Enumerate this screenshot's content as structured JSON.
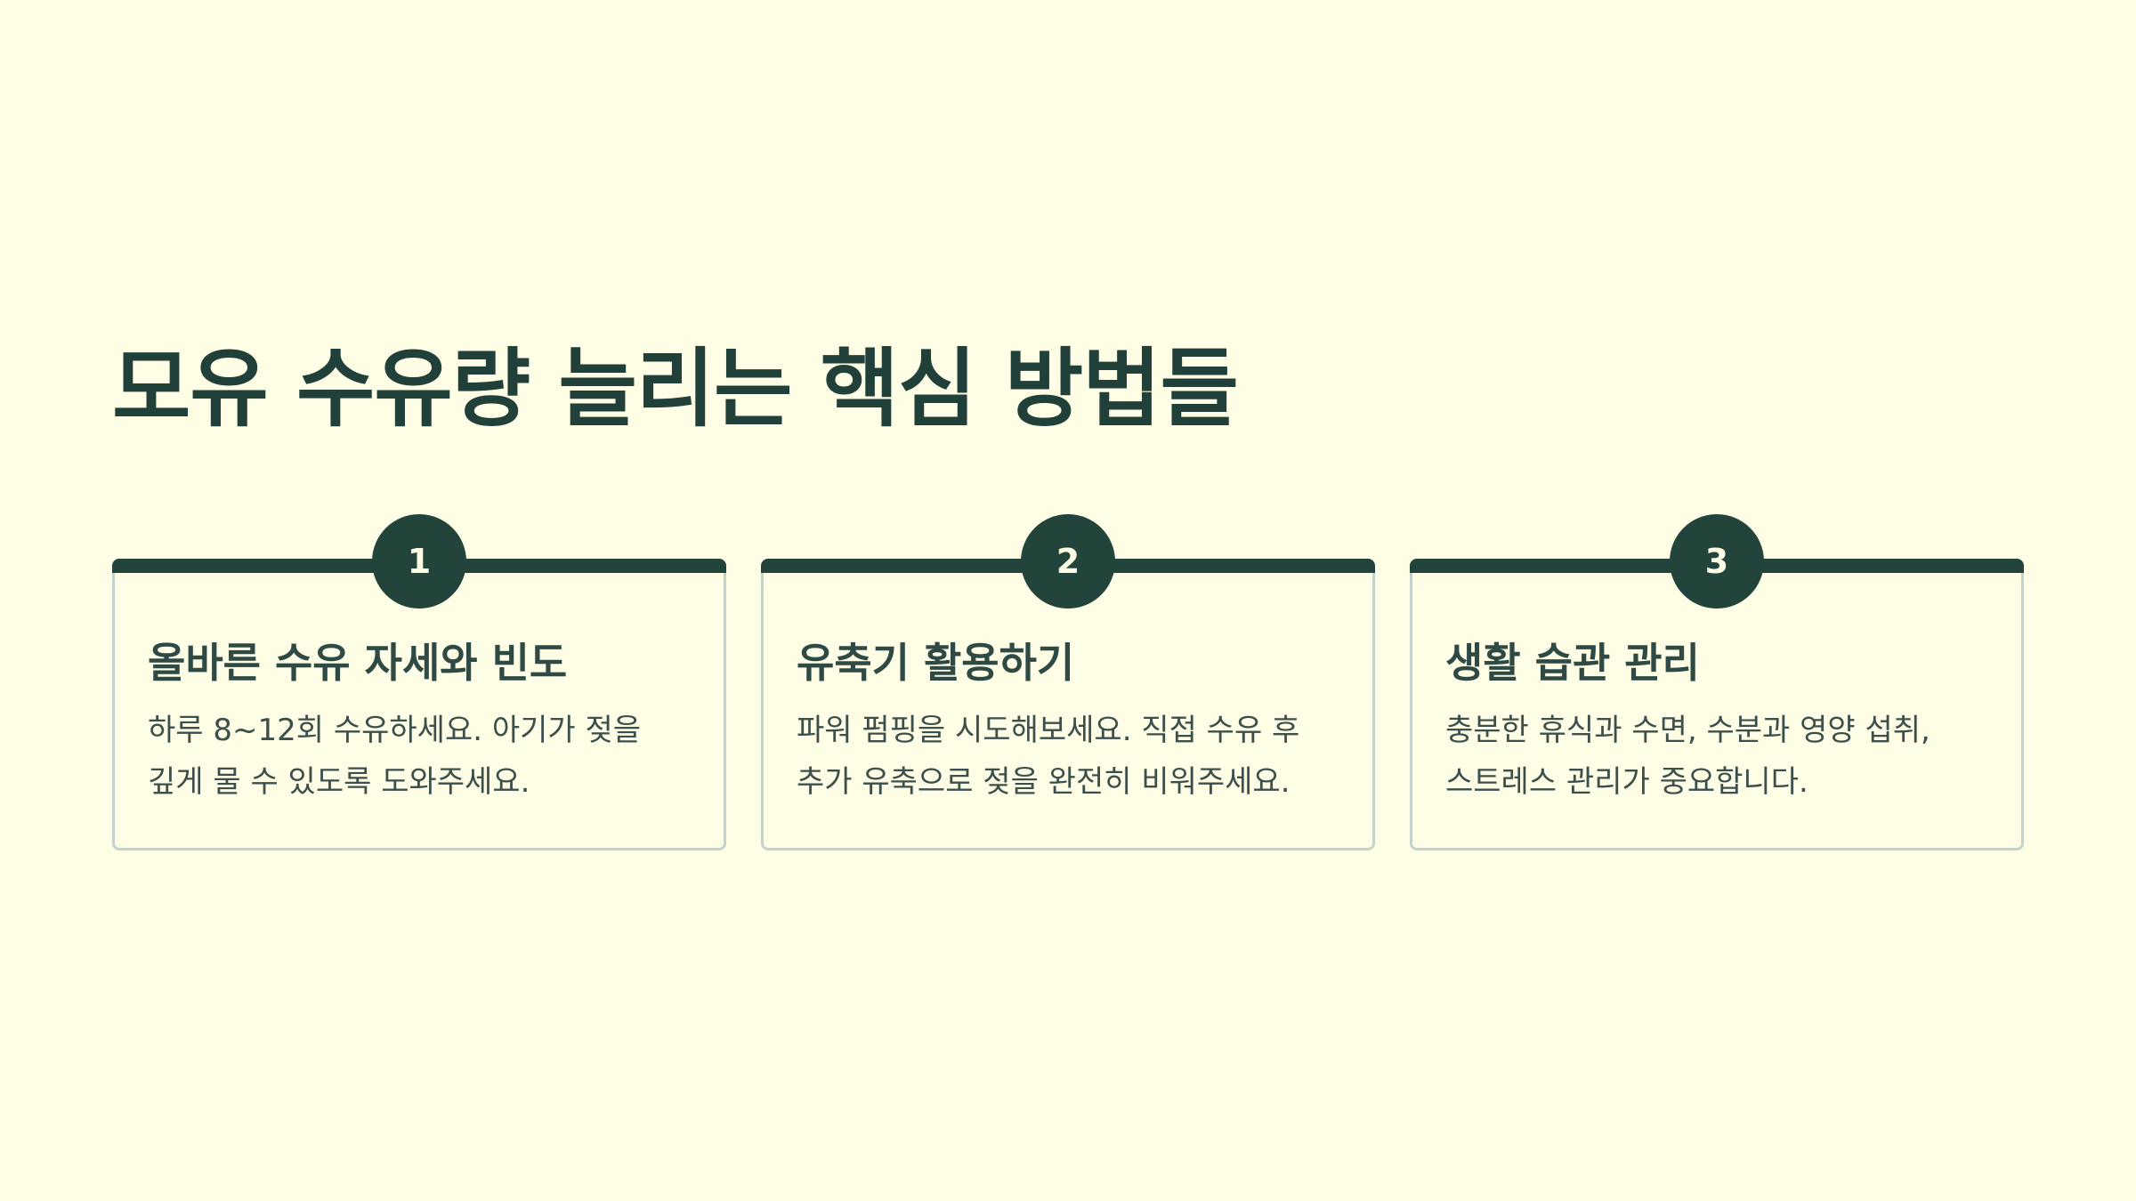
{
  "title": "모유 수유량 늘리는 핵심 방법들",
  "cards": [
    {
      "number": "1",
      "title": "올바른 수유 자세와 빈도",
      "description": "하루 8~12회 수유하세요. 아기가 젖을 깊게 물 수 있도록 도와주세요."
    },
    {
      "number": "2",
      "title": "유축기 활용하기",
      "description": "파워 펌핑을 시도해보세요. 직접 수유 후 추가 유축으로 젖을 완전히 비워주세요."
    },
    {
      "number": "3",
      "title": "생활 습관 관리",
      "description": "충분한 휴식과 수면, 수분과 영양 섭취, 스트레스 관리가 중요합니다."
    }
  ],
  "colors": {
    "background": "#fefde6",
    "accent": "#22443a",
    "border": "#c5d2cc"
  }
}
